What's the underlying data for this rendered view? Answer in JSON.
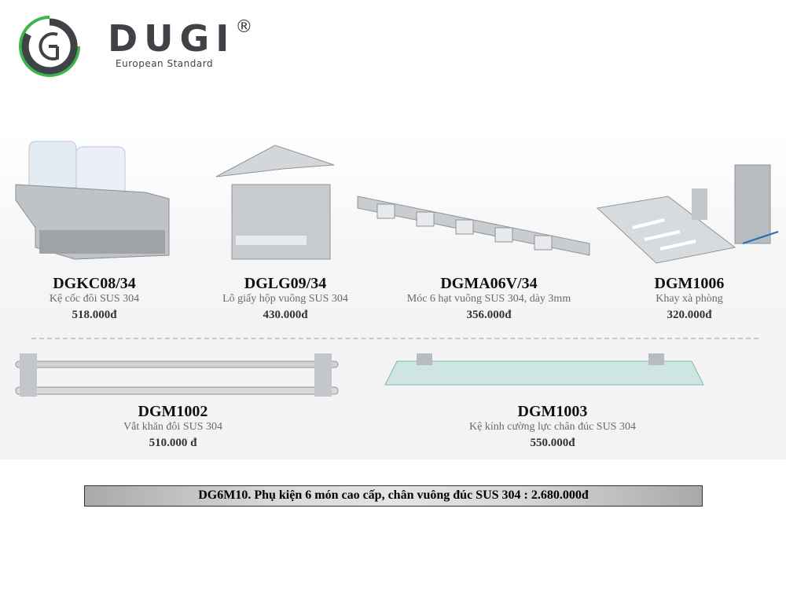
{
  "brand": {
    "name": "DUGI",
    "reg": "®",
    "tagline": "European Standard",
    "accent": "#3cb54a"
  },
  "products": [
    {
      "code": "DGKC08/34",
      "desc": "Kệ cốc đôi SUS 304",
      "price": "518.000đ"
    },
    {
      "code": "DGLG09/34",
      "desc": "Lô giấy hộp vuông SUS 304",
      "price": "430.000đ"
    },
    {
      "code": "DGMA06V/34",
      "desc": "Móc 6 hạt vuông SUS 304, dày 3mm",
      "price": "356.000đ"
    },
    {
      "code": "DGM1006",
      "desc": "Khay xà phòng",
      "price": "320.000đ"
    },
    {
      "code": "DGM1002",
      "desc": "Vắt khăn đôi SUS 304",
      "price": "510.000 đ"
    },
    {
      "code": "DGM1003",
      "desc": "Kệ kính cường lực chân đúc SUS 304",
      "price": "550.000đ"
    }
  ],
  "banner": "DG6M10. Phụ kiện 6 món cao cấp, chân vuông đúc SUS 304 : 2.680.000đ"
}
